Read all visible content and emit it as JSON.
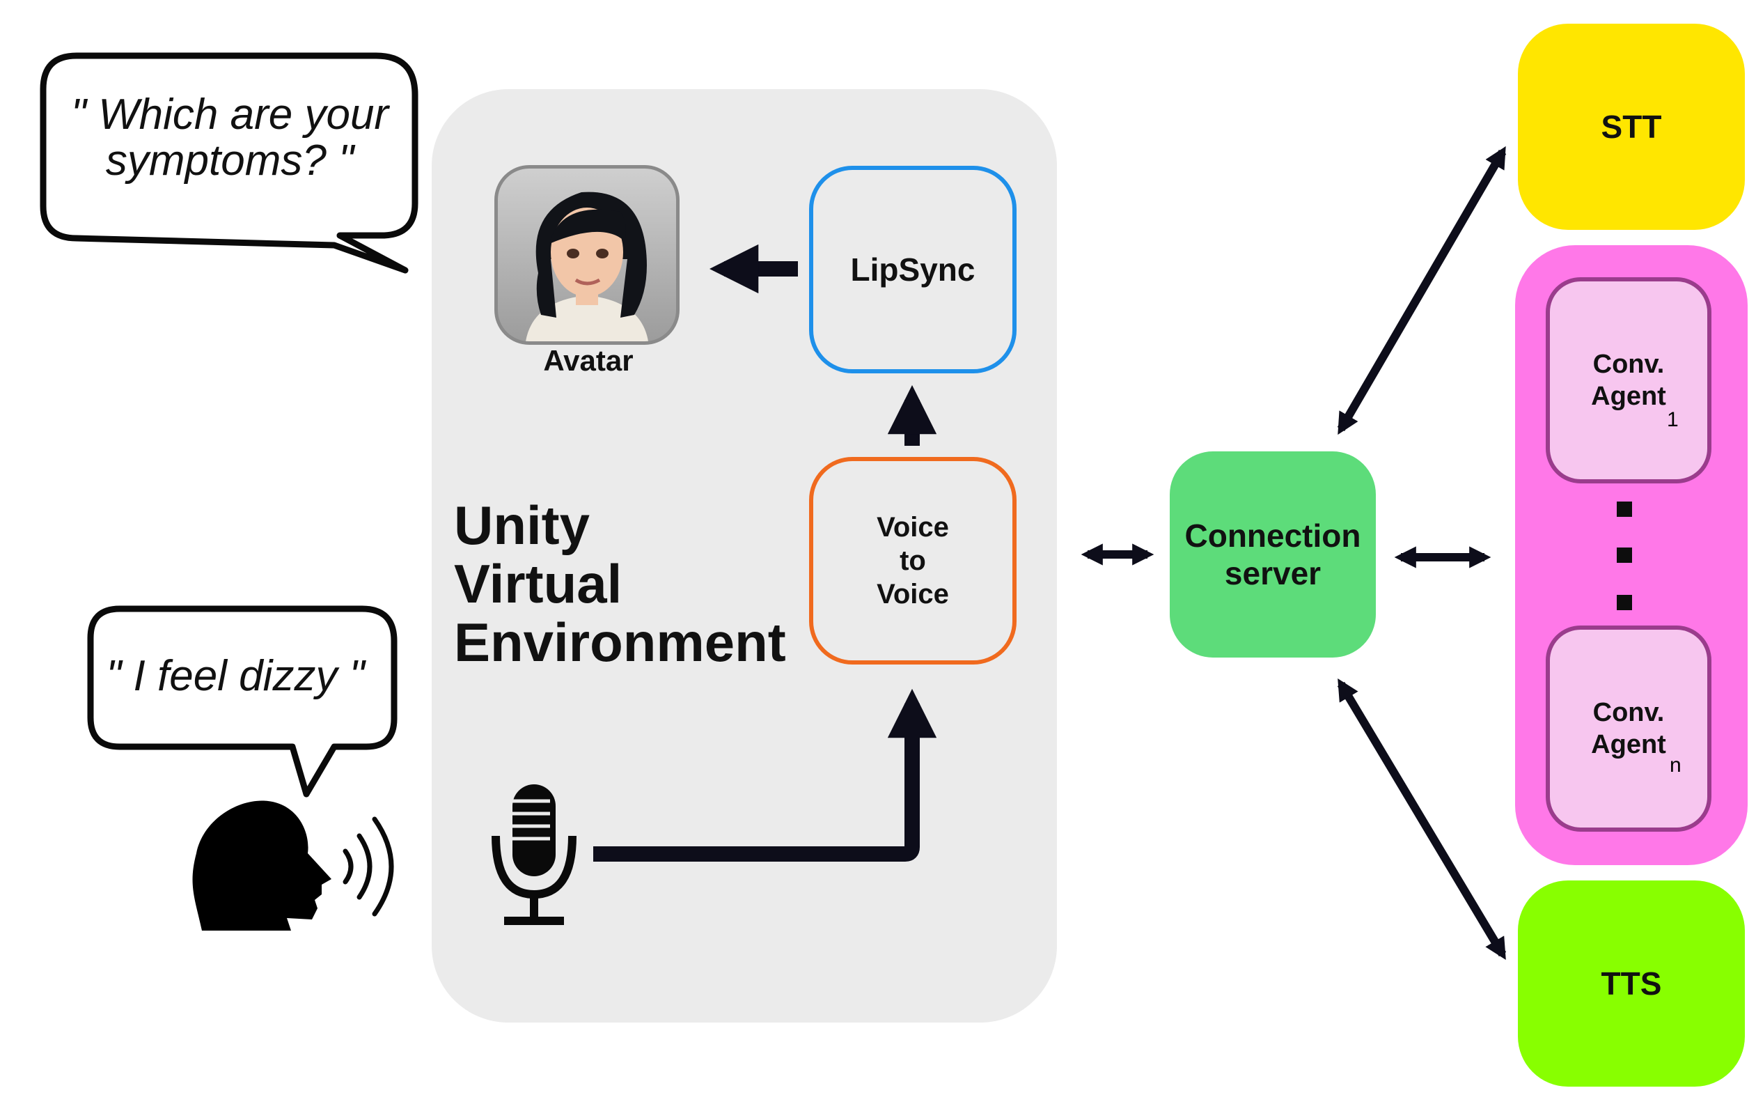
{
  "colors": {
    "background": "#ffffff",
    "unity_panel": "#ebebeb",
    "lipsync_border": "#1e90ea",
    "voice_to_voice_border": "#f06a1e",
    "connection_server": "#5ddc7a",
    "stt": "#ffe600",
    "tts": "#88ff00",
    "agents_container": "#ff78e8",
    "agent_box": "#f7c6ef",
    "agent_border": "#9a3c8c",
    "arrows": "#0d0d1a"
  },
  "speech_bubbles": {
    "avatar_question": "\" Which are your symptoms? \"",
    "user_reply": "\" I feel dizzy \""
  },
  "unity": {
    "title": "Unity\nVirtual\nEnvironment",
    "avatar_label": "Avatar",
    "lipsync_label": "LipSync",
    "voice_to_voice_label": "Voice\nto\nVoice"
  },
  "server": {
    "label": "Connection\nserver"
  },
  "services": {
    "stt_label": "STT",
    "tts_label": "TTS",
    "agents": [
      {
        "label": "Conv.\nAgent",
        "subscript": "1"
      },
      {
        "label": "Conv.\nAgent",
        "subscript": "n"
      }
    ]
  },
  "icons": [
    "person-head-icon",
    "sound-waves-icon",
    "microphone-icon",
    "avatar-portrait-icon"
  ]
}
